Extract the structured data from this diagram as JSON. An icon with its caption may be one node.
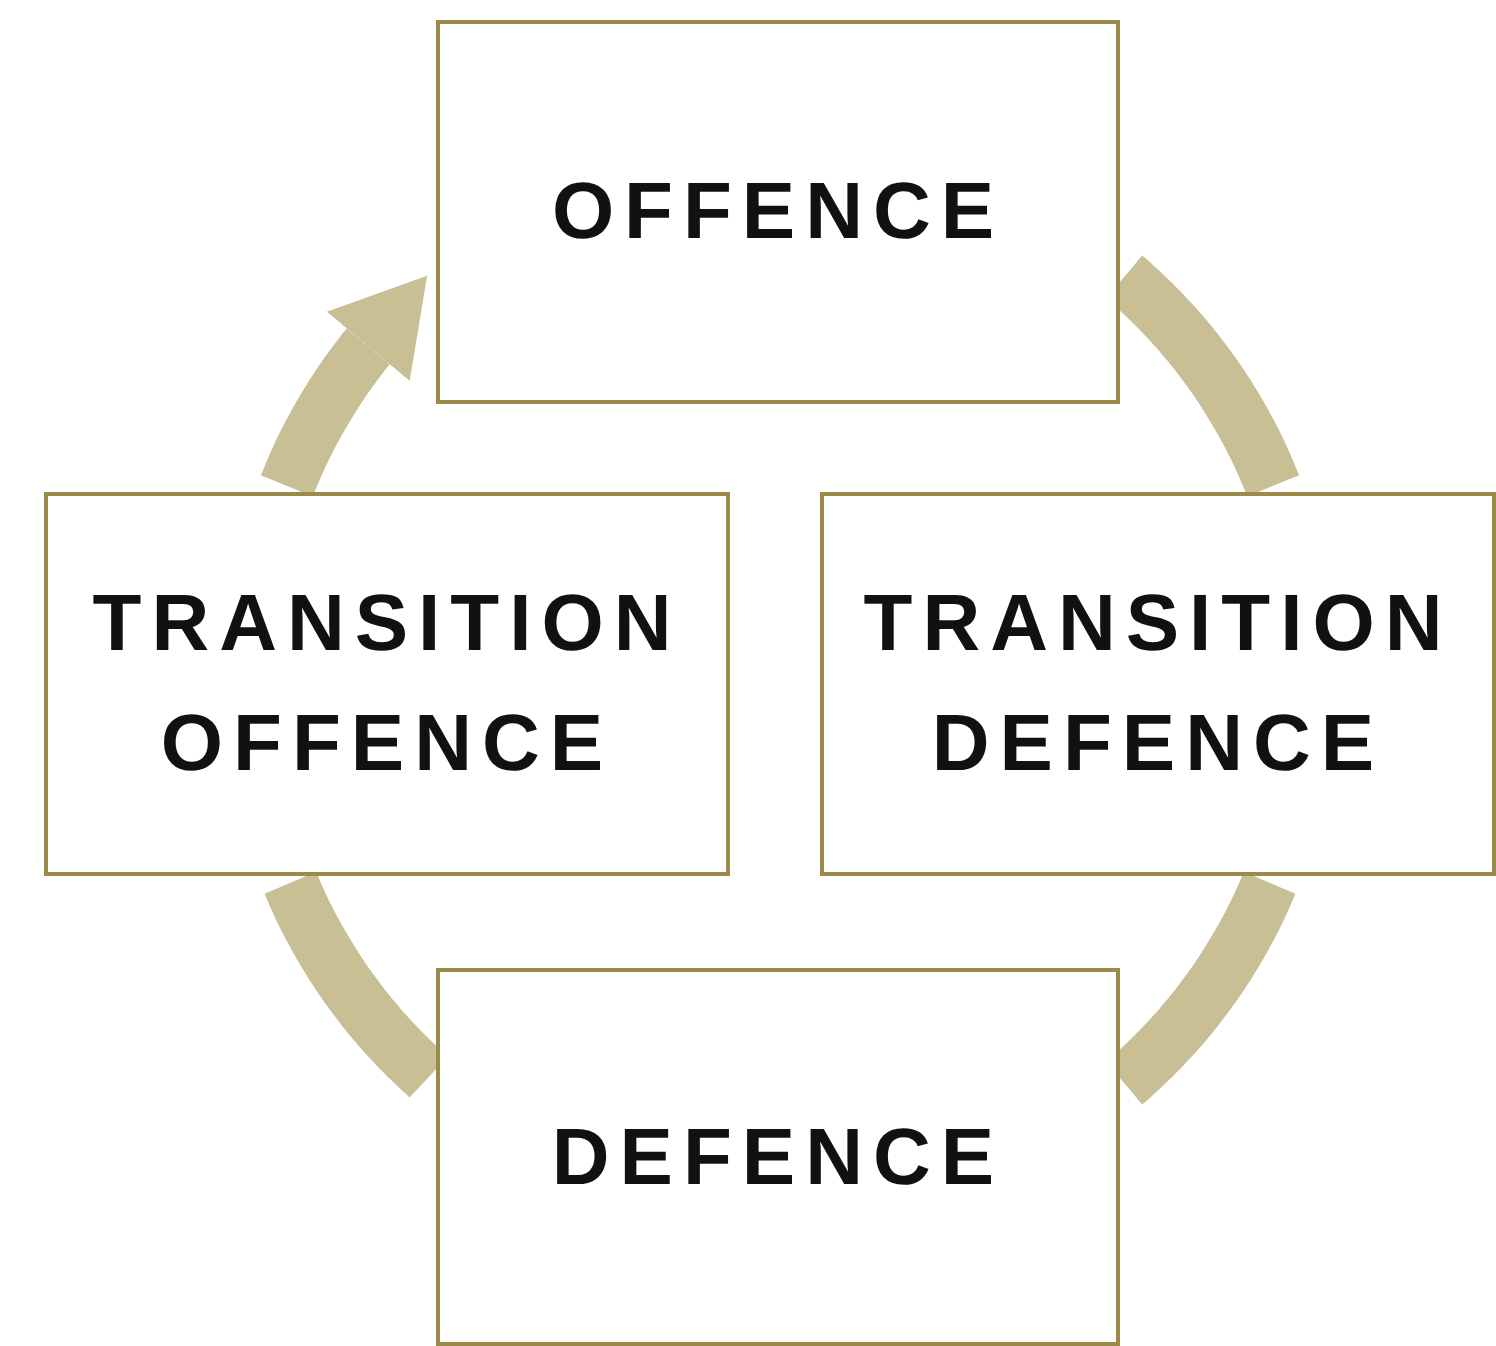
{
  "diagram": {
    "nodes": [
      {
        "text": [
          "OFFENCE"
        ]
      },
      {
        "text": [
          "TRANSITION OFFENCE"
        ]
      },
      {
        "text": [
          "TRANSITION DEFENCE"
        ]
      },
      {
        "text": [
          "DEFENCE"
        ]
      }
    ],
    "edges": [
      {
        "from": 0,
        "to": 2,
        "arrow": "none"
      },
      {
        "from": 2,
        "to": 3,
        "arrow": "none"
      },
      {
        "from": 3,
        "to": 1,
        "arrow": "none"
      },
      {
        "from": 1,
        "to": 0,
        "arrow": "to"
      }
    ]
  }
}
